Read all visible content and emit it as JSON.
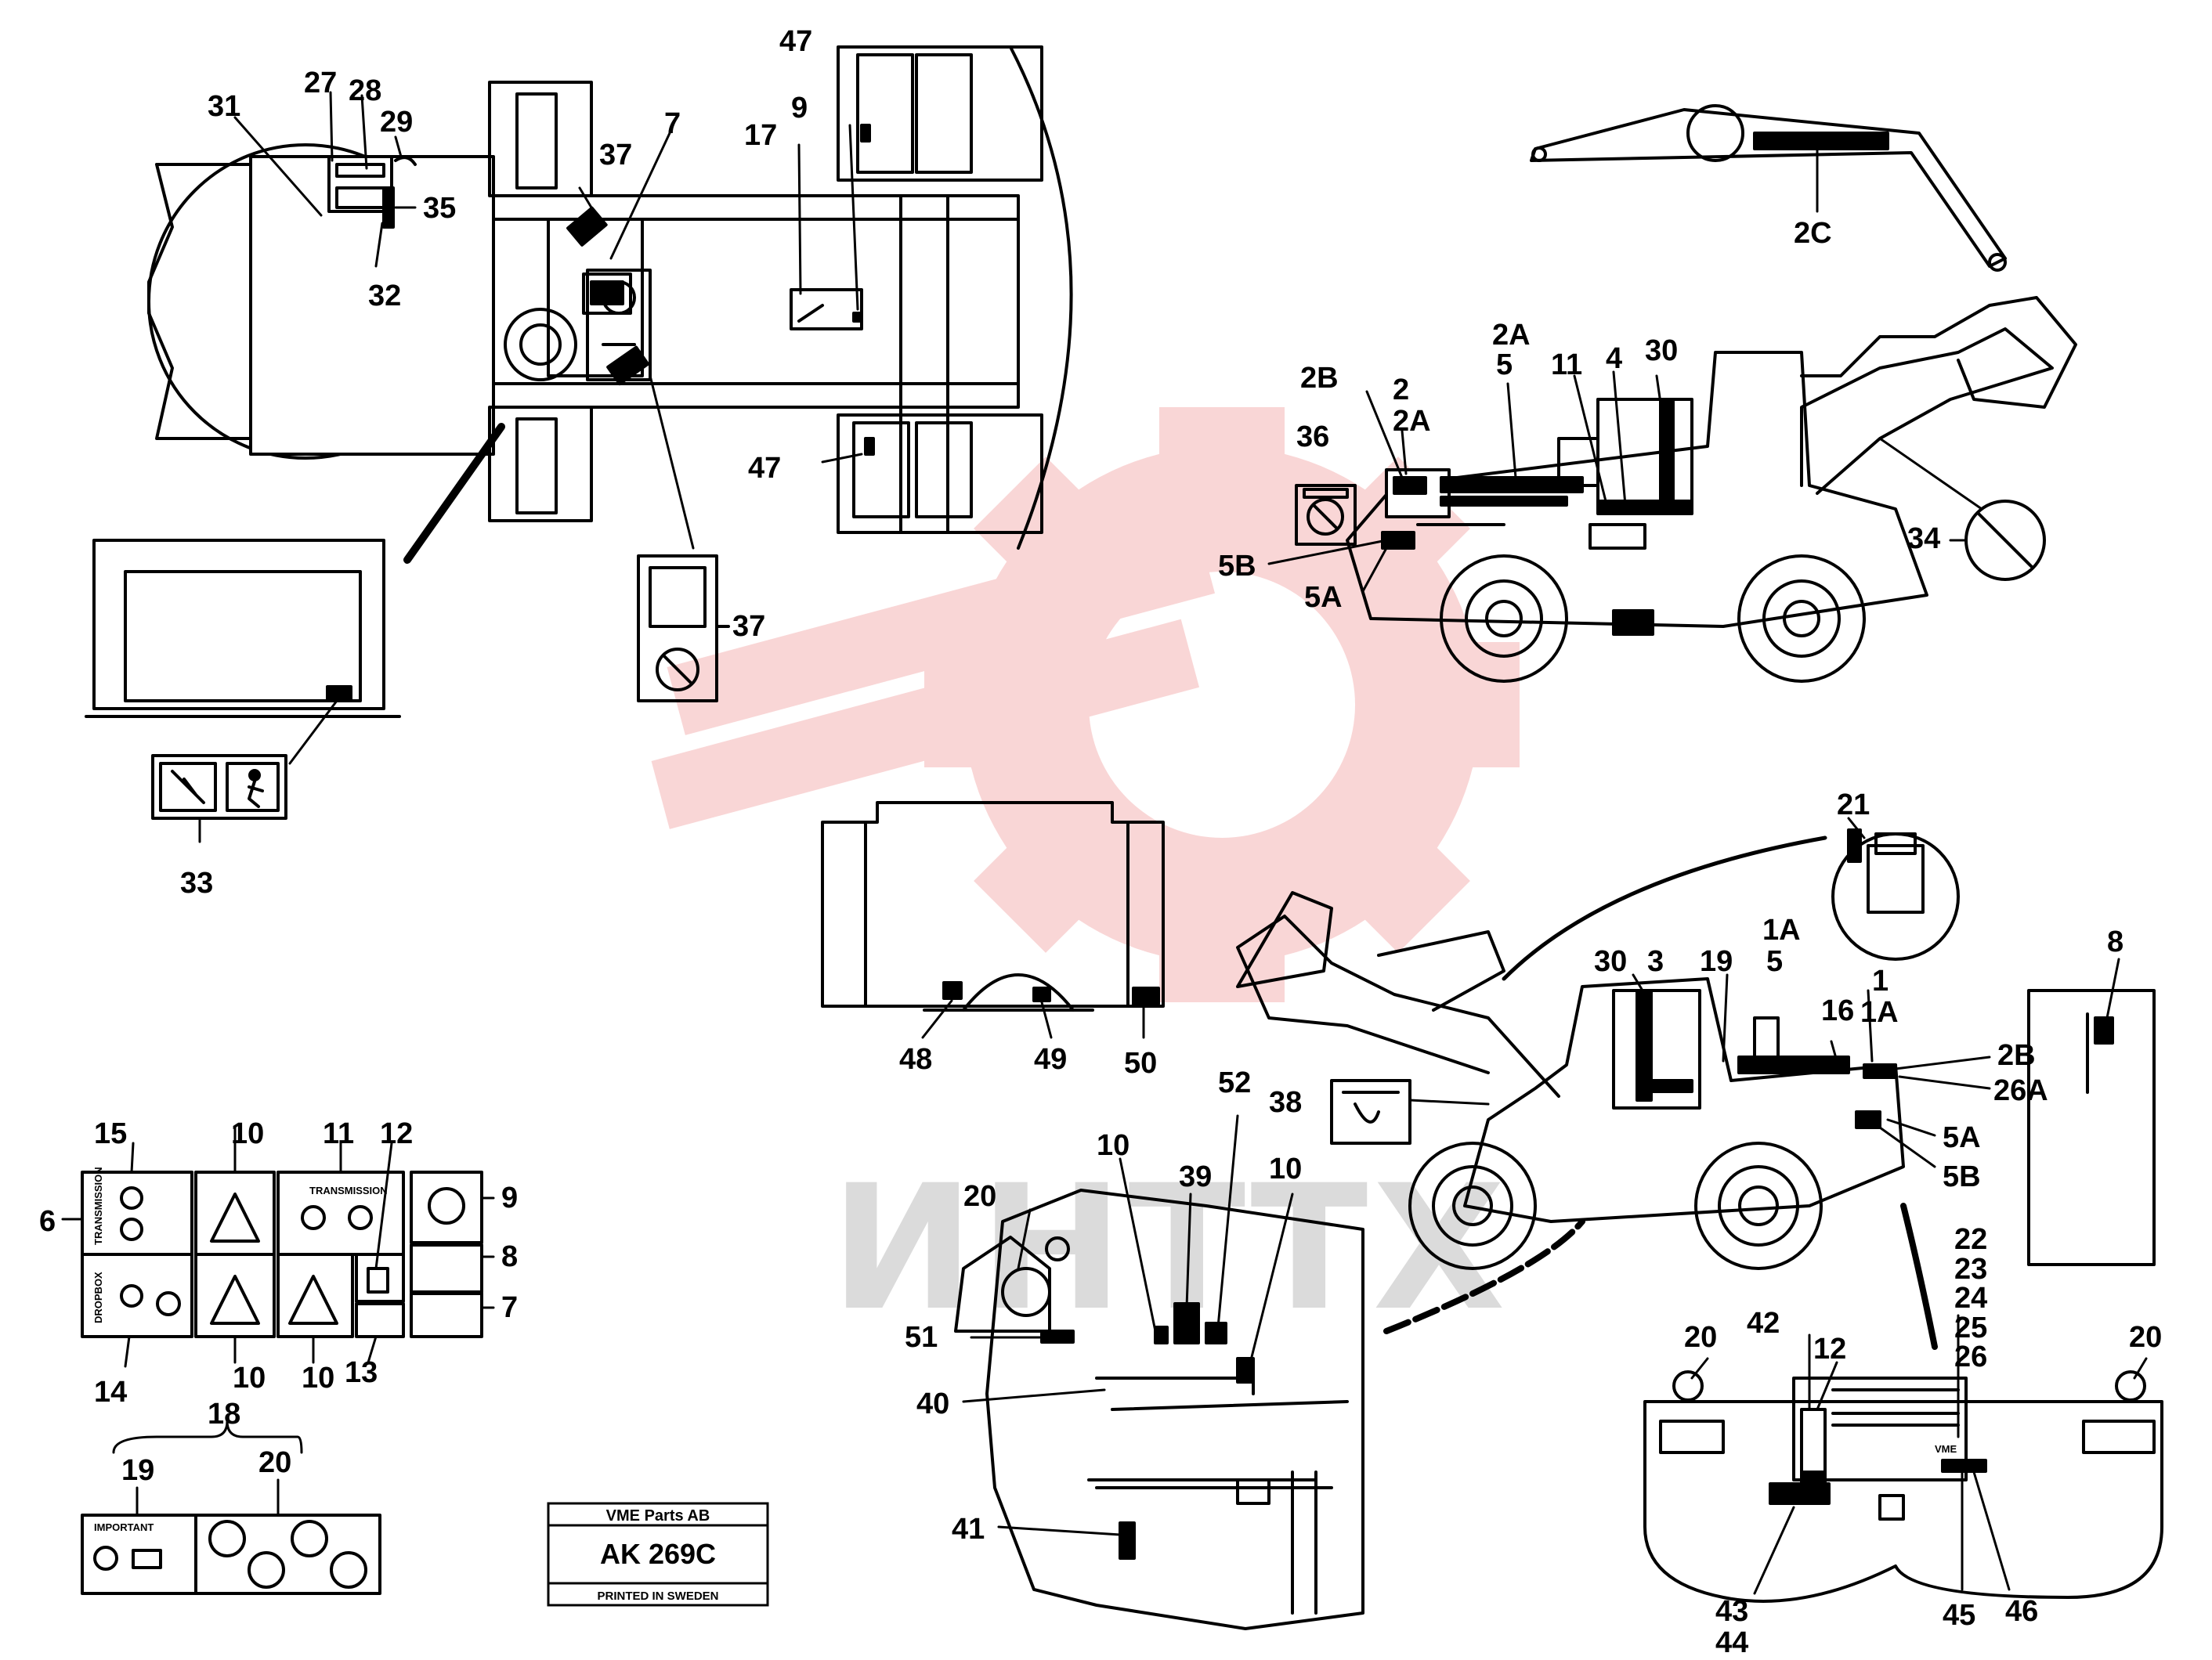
{
  "title_block": {
    "company": "VME Parts AB",
    "code": "AK 269C",
    "printed": "PRINTED IN SWEDEN"
  },
  "watermark": {
    "text": "ИНТТХ",
    "gear_color": "#f4b5b5",
    "text_color": "#cfcfcf"
  },
  "callouts": {
    "c2c": "2C",
    "c47a": "47",
    "c47b": "47",
    "c17": "17",
    "c9a": "9",
    "c31": "31",
    "c27": "27",
    "c28": "28",
    "c29": "29",
    "c35": "35",
    "c32": "32",
    "c37a": "37",
    "c7a": "7",
    "c37b": "37",
    "c33": "33",
    "r2a": "2A",
    "r5": "5",
    "r11": "11",
    "r4": "4",
    "r30": "30",
    "r2b": "2B",
    "r2": "2",
    "r2a2": "2A",
    "r36": "36",
    "r5b": "5B",
    "r5a": "5A",
    "r34": "34",
    "b48": "48",
    "b49": "49",
    "b50": "50",
    "l21": "21",
    "l8": "8",
    "l30": "30",
    "l3": "3",
    "l19": "19",
    "l1a": "1A",
    "l5": "5",
    "l16": "16",
    "l1": "1",
    "l1a2": "1A",
    "l2b": "2B",
    "l26a": "26A",
    "l5a": "5A",
    "l5b": "5B",
    "l38": "38",
    "s15": "15",
    "s10a": "10",
    "s11": "11",
    "s12": "12",
    "s6": "6",
    "s9": "9",
    "s8": "8",
    "s7": "7",
    "s14": "14",
    "s10b": "10",
    "s10c": "10",
    "s13": "13",
    "s18": "18",
    "s19": "19",
    "s20": "20",
    "f10a": "10",
    "f39": "39",
    "f52": "52",
    "f10b": "10",
    "f20": "20",
    "f51": "51",
    "f40": "40",
    "f41": "41",
    "w22": "22",
    "w23": "23",
    "w24": "24",
    "w25": "25",
    "w26": "26",
    "w20a": "20",
    "w42": "42",
    "w12": "12",
    "w20b": "20",
    "w43": "43",
    "w44": "44",
    "w45": "45",
    "w46": "46"
  },
  "decal_text": {
    "transmission": "TRANSMISSION",
    "dropbox": "DROPBOX",
    "important": "IMPORTANT",
    "cw_logo": "VME"
  }
}
